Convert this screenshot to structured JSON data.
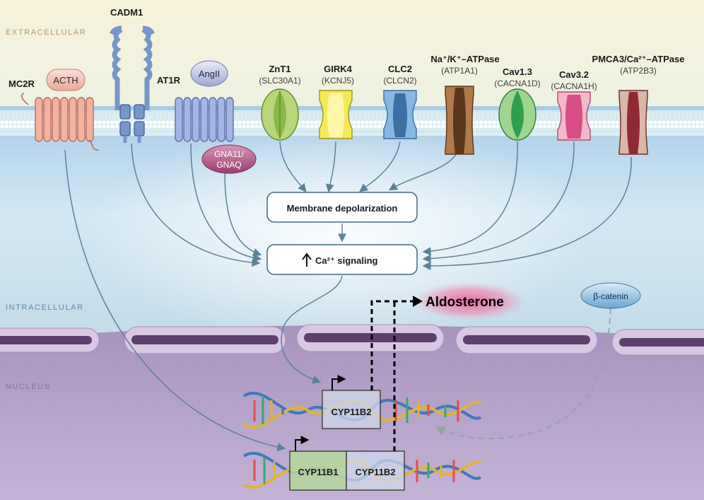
{
  "regions": {
    "extracellular": "EXTRACELLULAR",
    "intracellular": "INTRACELLULAR",
    "nucleus": "NUCLEUS"
  },
  "receptors": {
    "mc2r": "MC2R",
    "acth": "ACTH",
    "cadm1": "CADM1",
    "at1r": "AT1R",
    "angii": "AngII",
    "gna11_line1": "GNA11/",
    "gna11_line2": "GNAQ"
  },
  "channels": [
    {
      "name": "ZnT1",
      "gene": "(SLC30A1)"
    },
    {
      "name": "GIRK4",
      "gene": "(KCNJ5)"
    },
    {
      "name": "CLC2",
      "gene": "(CLCN2)"
    },
    {
      "name": "Na⁺/K⁺–ATPase",
      "gene": "(ATP1A1)"
    },
    {
      "name": "Cav1.3",
      "gene": "(CACNA1D)"
    },
    {
      "name": "Cav3.2",
      "gene": "(CACNA1H)"
    },
    {
      "name": "PMCA3/Ca²⁺–ATPase",
      "gene": "(ATP2B3)"
    }
  ],
  "boxes": {
    "depolarization": "Membrane depolarization",
    "ca_signaling": "Ca²⁺ signaling"
  },
  "outputs": {
    "aldosterone": "Aldosterone",
    "beta_catenin": "β-catenin"
  },
  "genes": {
    "cyp11b2_top": "CYP11B2",
    "cyp11b1": "CYP11B1",
    "cyp11b2_bottom": "CYP11B2"
  },
  "colors": {
    "extracellular_bg": "#f6f1d6",
    "cytoplasm": "#b9d7ec",
    "nucleus": "#b39fc6",
    "arrow": "#5a8396",
    "aldosterone_glow": "#e7649a"
  }
}
